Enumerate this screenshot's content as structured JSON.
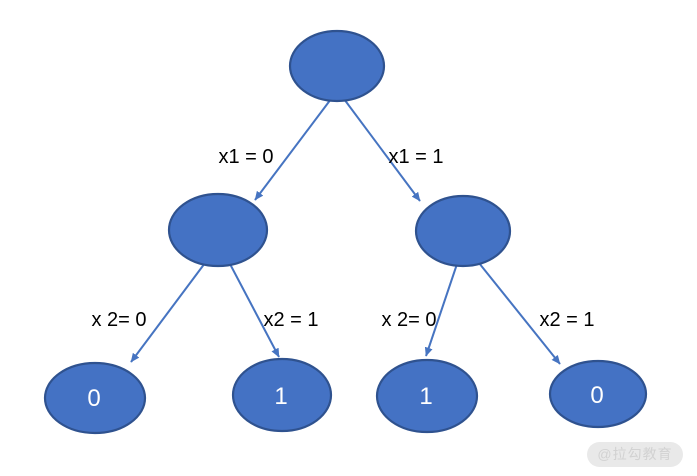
{
  "tree": {
    "type": "binary-decision-tree",
    "root": {
      "label": ""
    },
    "internal_nodes": [
      {
        "id": "left",
        "label": ""
      },
      {
        "id": "right",
        "label": ""
      }
    ],
    "edges": [
      {
        "from": "root",
        "to": "left",
        "label": "x1 = 0"
      },
      {
        "from": "root",
        "to": "right",
        "label": "x1 = 1"
      },
      {
        "from": "left",
        "to": "leaf1",
        "label": "x 2= 0"
      },
      {
        "from": "left",
        "to": "leaf2",
        "label": "x2 = 1"
      },
      {
        "from": "right",
        "to": "leaf3",
        "label": "x 2= 0"
      },
      {
        "from": "right",
        "to": "leaf4",
        "label": "x2 = 1"
      }
    ],
    "leaves": [
      {
        "id": "leaf1",
        "value": "0"
      },
      {
        "id": "leaf2",
        "value": "1"
      },
      {
        "id": "leaf3",
        "value": "1"
      },
      {
        "id": "leaf4",
        "value": "0"
      }
    ]
  },
  "colors": {
    "node_fill": "#4472C4",
    "node_border": "#2F528F",
    "arrow": "#4674C1",
    "edge_label_text": "#000000",
    "leaf_text": "#FFFFFF",
    "watermark_bg": "#E9E9E9",
    "watermark_text": "#D2D2D2",
    "background": "#FFFFFF"
  },
  "watermark": {
    "text": "@拉勾教育"
  }
}
